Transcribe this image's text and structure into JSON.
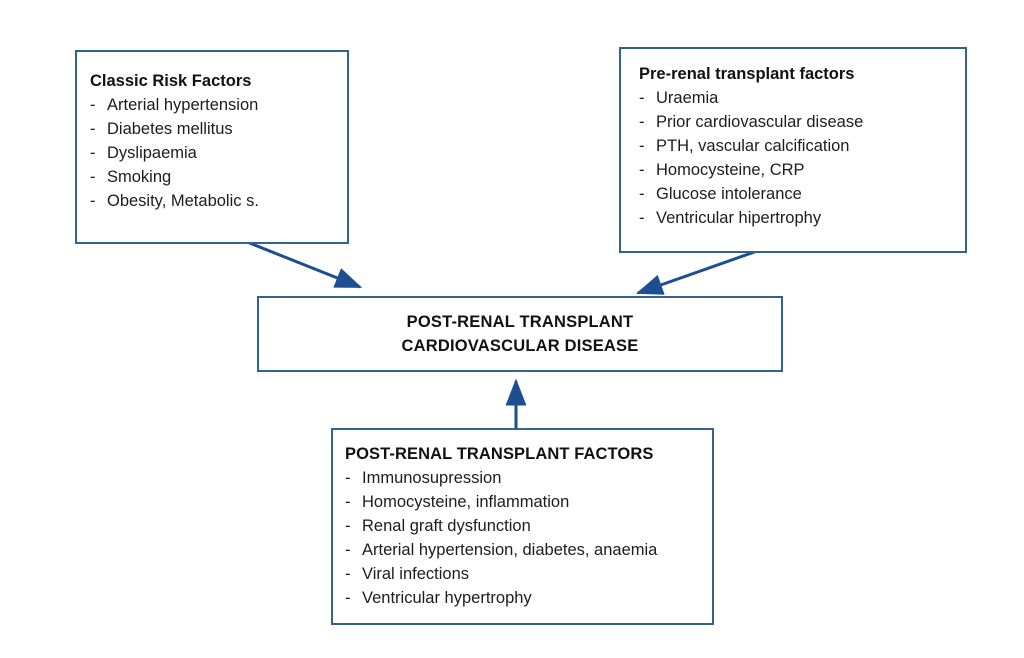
{
  "diagram": {
    "colors": {
      "box_border": "#34618f",
      "arrow": "#1b4f91",
      "background": "#ffffff",
      "text": "#1a1a1a"
    },
    "bullet_dash": "-",
    "boxes": {
      "classic_risk_factors": {
        "title": "Classic Risk Factors",
        "items": [
          "Arterial hypertension",
          "Diabetes mellitus",
          "Dyslipaemia",
          "Smoking",
          "Obesity, Metabolic s."
        ]
      },
      "pre_renal_transplant_factors": {
        "title": "Pre-renal transplant factors",
        "items": [
          "Uraemia",
          "Prior cardiovascular disease",
          "PTH, vascular calcification",
          "Homocysteine, CRP",
          "Glucose intolerance",
          "Ventricular hipertrophy"
        ]
      },
      "post_renal_transplant_cvd": {
        "line1": "POST-RENAL TRANSPLANT",
        "line2": "CARDIOVASCULAR DISEASE"
      },
      "post_renal_transplant_factors": {
        "title": "POST-RENAL TRANSPLANT FACTORS",
        "items": [
          "Immunosupression",
          "Homocysteine, inflammation",
          "Renal graft dysfunction",
          "Arterial hypertension, diabetes, anaemia",
          "Viral infections",
          "Ventricular hypertrophy"
        ]
      }
    },
    "arrows": [
      {
        "name": "classic-risk-factors-to-cvd",
        "from": "classic_risk_factors",
        "to": "post_renal_transplant_cvd",
        "direction": "down-right"
      },
      {
        "name": "pre-renal-factors-to-cvd",
        "from": "pre_renal_transplant_factors",
        "to": "post_renal_transplant_cvd",
        "direction": "down-left"
      },
      {
        "name": "post-renal-factors-to-cvd",
        "from": "post_renal_transplant_factors",
        "to": "post_renal_transplant_cvd",
        "direction": "up"
      }
    ]
  }
}
